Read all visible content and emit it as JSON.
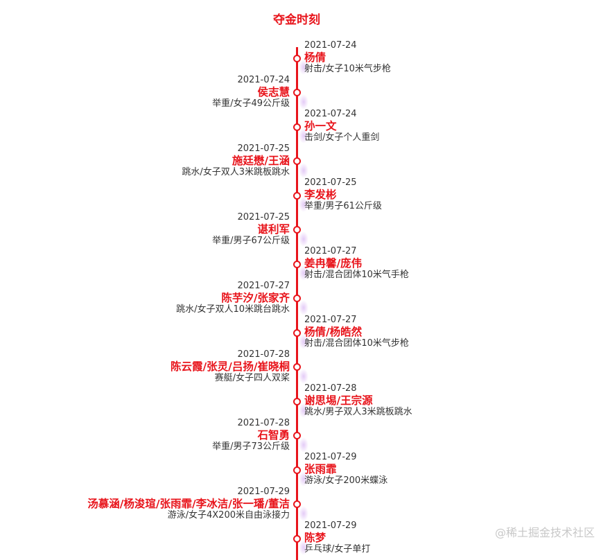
{
  "title": "夺金时刻",
  "watermark": "@稀土掘金技术社区",
  "colors": {
    "accent": "#e8141b",
    "text": "#333333",
    "glow": "#cea0f0"
  },
  "entries": [
    {
      "date": "2021-07-24",
      "name": "杨倩",
      "event": "射击/女子10米气步枪",
      "side": "right"
    },
    {
      "date": "2021-07-24",
      "name": "侯志慧",
      "event": "举重/女子49公斤级",
      "side": "left"
    },
    {
      "date": "2021-07-24",
      "name": "孙一文",
      "event": "击剑/女子个人重剑",
      "side": "right"
    },
    {
      "date": "2021-07-25",
      "name": "施廷懋/王涵",
      "event": "跳水/女子双人3米跳板跳水",
      "side": "left"
    },
    {
      "date": "2021-07-25",
      "name": "李发彬",
      "event": "举重/男子61公斤级",
      "side": "right"
    },
    {
      "date": "2021-07-25",
      "name": "谌利军",
      "event": "举重/男子67公斤级",
      "side": "left"
    },
    {
      "date": "2021-07-27",
      "name": "姜冉馨/庞伟",
      "event": "射击/混合团体10米气手枪",
      "side": "right"
    },
    {
      "date": "2021-07-27",
      "name": "陈芋汐/张家齐",
      "event": "跳水/女子双人10米跳台跳水",
      "side": "left"
    },
    {
      "date": "2021-07-27",
      "name": "杨倩/杨皓然",
      "event": "射击/混合团体10米气步枪",
      "side": "right"
    },
    {
      "date": "2021-07-28",
      "name": "陈云霞/张灵/吕扬/崔晓桐",
      "event": "赛艇/女子四人双桨",
      "side": "left"
    },
    {
      "date": "2021-07-28",
      "name": "谢思埸/王宗源",
      "event": "跳水/男子双人3米跳板跳水",
      "side": "right"
    },
    {
      "date": "2021-07-28",
      "name": "石智勇",
      "event": "举重/男子73公斤级",
      "side": "left"
    },
    {
      "date": "2021-07-29",
      "name": "张雨霏",
      "event": "游泳/女子200米蝶泳",
      "side": "right"
    },
    {
      "date": "2021-07-29",
      "name": "汤慕涵/杨浚瑄/张雨霏/李冰洁/张一璠/董洁",
      "event": "游泳/女子4X200米自由泳接力",
      "side": "left"
    },
    {
      "date": "2021-07-29",
      "name": "陈梦",
      "event": "乒乓球/女子单打",
      "side": "right"
    }
  ]
}
